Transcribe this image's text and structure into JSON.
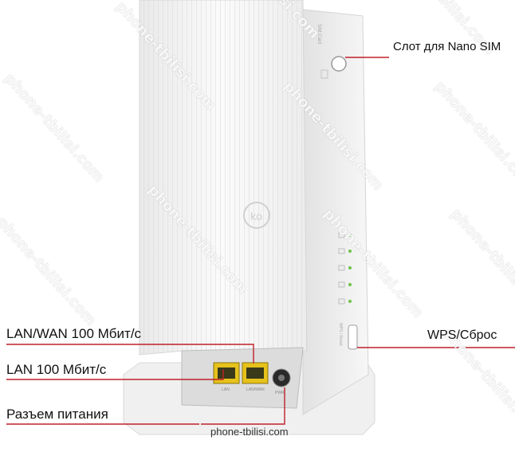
{
  "callouts": {
    "sim_slot": "Слот для Nano SIM",
    "lan_wan": "LAN/WAN 100 Мбит/с",
    "lan": "LAN 100 Мбит/с",
    "power": "Разъем питания",
    "wps_reset": "WPS/Сброс"
  },
  "footer": {
    "site": "phone-tbilisi.com"
  },
  "watermark": {
    "text": "phone-tbilisi.com"
  },
  "device_labels": {
    "sim": "SIM Card",
    "wps": "WPS / Reset",
    "lan_port": "LAN",
    "lanwan_port": "LAN/WAN",
    "power_port": "PWR"
  },
  "colors": {
    "callout_line": "#c0202a",
    "port_yellow": "#e6c21a",
    "body": "#f6f6f6"
  }
}
